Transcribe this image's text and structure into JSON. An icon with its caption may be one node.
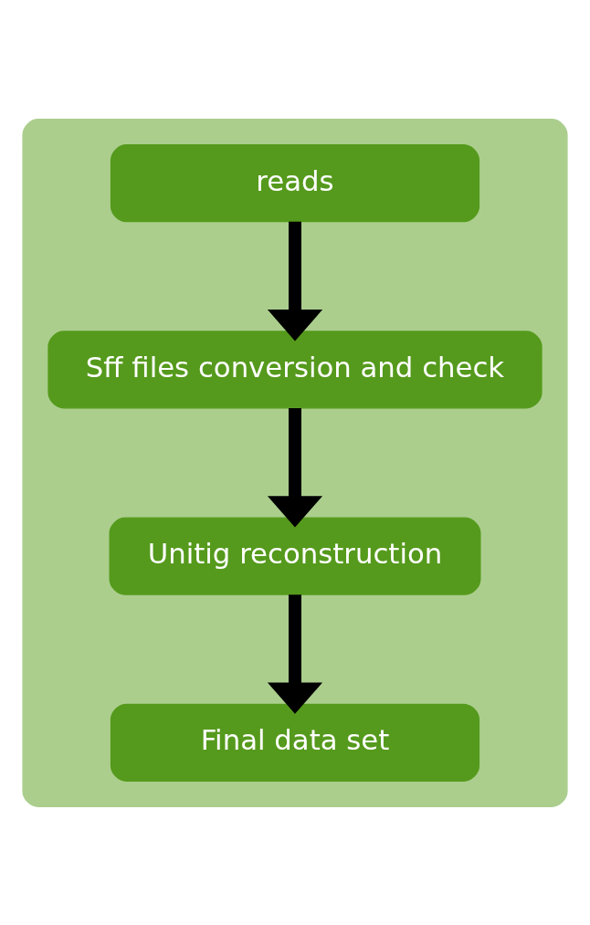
{
  "diagram": {
    "nodes": [
      {
        "text": [],
        "shape": "box"
      },
      {
        "text": [
          "reads"
        ],
        "in": 0
      },
      {
        "text": [
          "Sff files conversion and check"
        ],
        "in": 0
      },
      {
        "text": [
          "Unitig reconstruction"
        ],
        "in": 0
      },
      {
        "text": [
          "Final data set"
        ],
        "in": 0
      }
    ],
    "edges": [
      {
        "from": 1,
        "to": 2,
        "arrow": "to"
      },
      {
        "from": 2,
        "to": 3,
        "arrow": "to"
      },
      {
        "from": 3,
        "to": 4,
        "arrow": "to"
      }
    ]
  }
}
